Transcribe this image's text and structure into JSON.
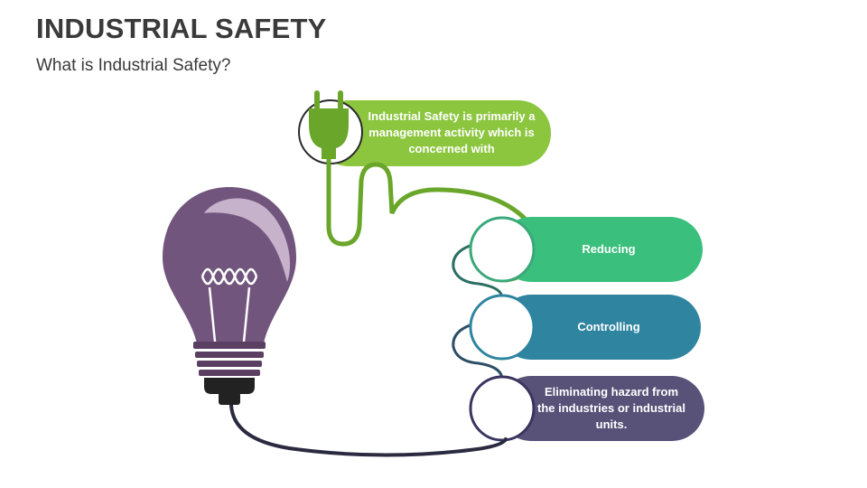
{
  "header": {
    "title": "INDUSTRIAL SAFETY",
    "subtitle": "What is Industrial Safety?"
  },
  "intro": {
    "text": "Industrial Safety is primarily a management activity which is concerned with",
    "color": "#8cc63f"
  },
  "items": [
    {
      "label": "Reducing",
      "color": "#3abf7c"
    },
    {
      "label": "Controlling",
      "color": "#2f849f"
    },
    {
      "label": "Eliminating hazard from the industries or industrial units.",
      "color": "#585178"
    }
  ],
  "icons": {
    "plug": "plug-icon",
    "bulb": "light-bulb-icon"
  },
  "colors": {
    "plug": "#6aa629",
    "bulb_glass": "#72557d",
    "bulb_highlight": "#c7b2cc",
    "bulb_base": "#5b3f63",
    "cable": "#2a2a40"
  }
}
